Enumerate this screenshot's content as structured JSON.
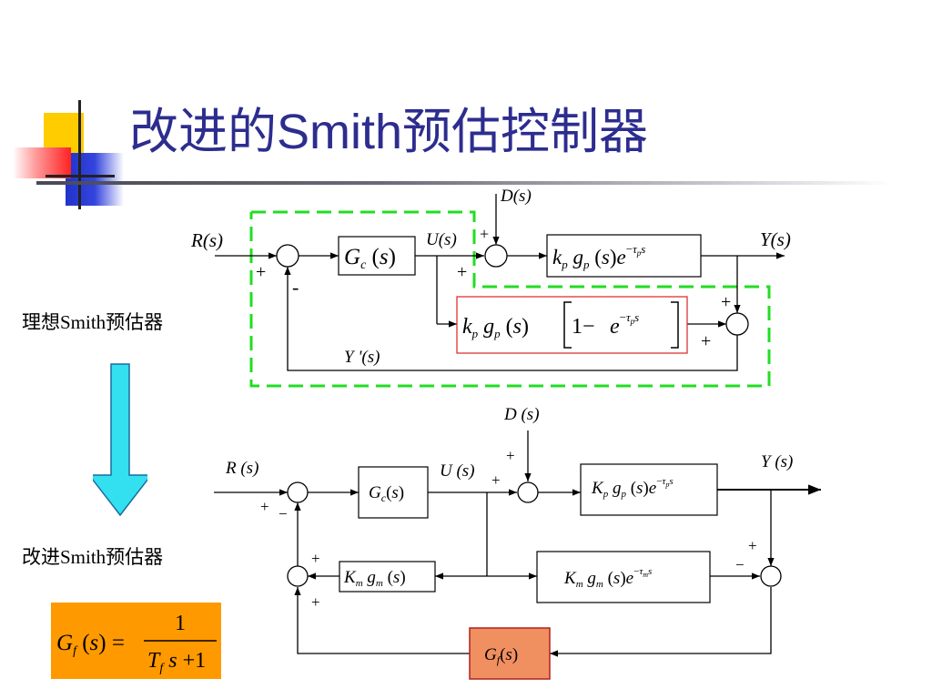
{
  "slide": {
    "title": "改进的Smith预估控制器",
    "label_ideal": "理想Smith预估器",
    "label_improved": "改进Smith预估器"
  },
  "colors": {
    "title": "#2d2d8f",
    "dashed_box": "#22dd22",
    "red_box_border": "#dd2222",
    "gf_block_fill": "#f08f60",
    "gf_formula_fill": "#ff9900",
    "arrow_fill": "#33e0f0",
    "deco_yellow": "#ffcc00",
    "deco_blue": "#2233cc",
    "deco_red": "#ff2222"
  },
  "top_diagram": {
    "input": "R(s)",
    "disturbance": "D(s)",
    "control_signal": "U(s)",
    "output": "Y(s)",
    "feedback": "Y '(s)",
    "controller": "G_c(s)",
    "process": "k_p g_p(s) e^{-τ_p s}",
    "predictor": "k_p g_p(s) [1 - e^{-τ_p s}]",
    "signs": [
      "+",
      "-",
      "+",
      "+",
      "+",
      "+"
    ]
  },
  "bottom_diagram": {
    "input": "R (s)",
    "disturbance": "D (s)",
    "control_signal": "U (s)",
    "output": "Y (s)",
    "controller": "G_c(s)",
    "process": "K_p g_p(s) e^{-τ_p s}",
    "model_delay_free": "K_m g_m(s)",
    "model_delayed": "K_m g_m(s) e^{-τ_m s}",
    "filter": "G_f(s)",
    "signs": [
      "+",
      "−",
      "+",
      "+",
      "+",
      "−",
      "+",
      "+"
    ]
  },
  "gf_formula": {
    "lhs": "G_f(s) =",
    "numerator": "1",
    "denominator": "T_f s + 1"
  }
}
